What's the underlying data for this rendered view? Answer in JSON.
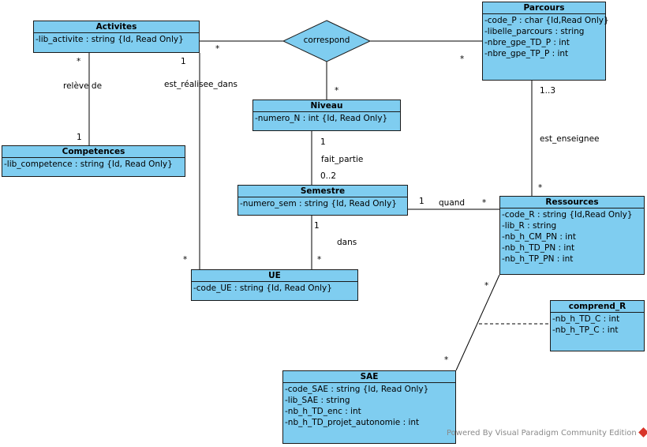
{
  "classes": {
    "activites": {
      "name": "Activites",
      "attrs": [
        "-lib_activite : string {Id, Read Only}"
      ]
    },
    "parcours": {
      "name": "Parcours",
      "attrs": [
        "-code_P : char {Id,Read Only}",
        "-libelle_parcours : string",
        "-nbre_gpe_TD_P : int",
        "-nbre_gpe_TP_P : int"
      ]
    },
    "niveau": {
      "name": "Niveau",
      "attrs": [
        "-numero_N : int {Id, Read Only}"
      ]
    },
    "competences": {
      "name": "Competences",
      "attrs": [
        "-lib_competence : string {Id, Read Only}"
      ]
    },
    "semestre": {
      "name": "Semestre",
      "attrs": [
        "-numero_sem : string {Id, Read Only}"
      ]
    },
    "ressources": {
      "name": "Ressources",
      "attrs": [
        "-code_R : string {Id,Read Only}",
        "-lib_R : string",
        "-nb_h_CM_PN : int",
        "-nb_h_TD_PN : int",
        "-nb_h_TP_PN : int"
      ]
    },
    "ue": {
      "name": "UE",
      "attrs": [
        "-code_UE : string {Id, Read Only}"
      ]
    },
    "comprend_r": {
      "name": "comprend_R",
      "attrs": [
        "-nb_h_TD_C : int",
        "-nb_h_TP_C : int"
      ]
    },
    "sae": {
      "name": "SAE",
      "attrs": [
        "-code_SAE : string {Id, Read Only}",
        "-lib_SAE : string",
        "-nb_h_TD_enc : int",
        "-nb_h_TD_projet_autonomie : int"
      ]
    }
  },
  "association": {
    "name": "correspond"
  },
  "labels": {
    "activites_star_left": "*",
    "activites_one_right": "1",
    "activites_star_right": "*",
    "parcours_star": "*",
    "niveau_star": "*",
    "releve_de": "relève de",
    "competences_one": "1",
    "est_realisee_dans": "est_réalisee_dans",
    "niveau_one": "1",
    "fait_partie": "fait_partie",
    "semestre_range": "0..2",
    "parcours_range": "1..3",
    "est_enseignee": "est_enseignee",
    "ressources_star_top": "*",
    "semestre_one_right": "1",
    "quand": "quand",
    "ressources_star_left": "*",
    "semestre_one_bottom": "1",
    "dans": "dans",
    "ue_star_left": "*",
    "ue_star_top": "*",
    "ressources_star_bottom": "*",
    "sae_star": "*"
  },
  "footer": "Powered By Visual Paradigm Community Edition"
}
